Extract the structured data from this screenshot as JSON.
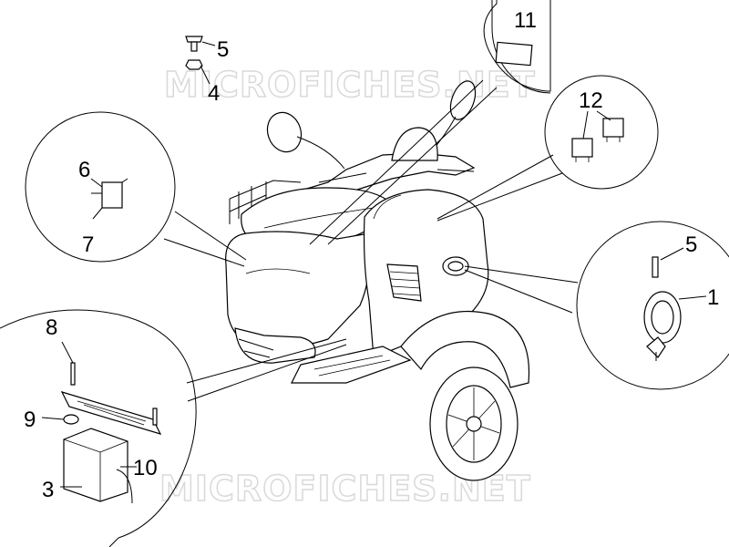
{
  "watermark": {
    "text_top": "MICROFICHES.NET",
    "text_bottom": "MICROFICHES.NET"
  },
  "callouts": [
    {
      "id": "c1",
      "label": "1"
    },
    {
      "id": "c3",
      "label": "3"
    },
    {
      "id": "c4",
      "label": "4"
    },
    {
      "id": "c5a",
      "label": "5"
    },
    {
      "id": "c5b",
      "label": "5"
    },
    {
      "id": "c6",
      "label": "6"
    },
    {
      "id": "c7",
      "label": "7"
    },
    {
      "id": "c8",
      "label": "8"
    },
    {
      "id": "c9",
      "label": "9"
    },
    {
      "id": "c10",
      "label": "10"
    },
    {
      "id": "c11",
      "label": "11"
    },
    {
      "id": "c12",
      "label": "12"
    }
  ]
}
